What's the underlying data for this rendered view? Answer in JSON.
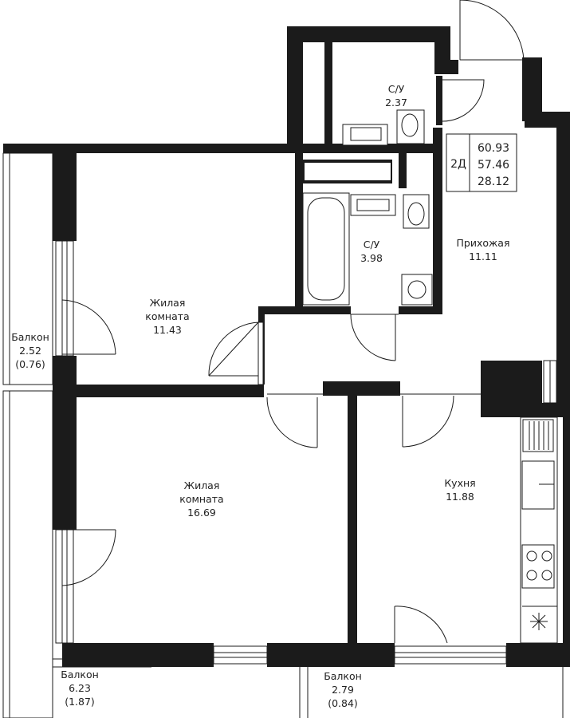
{
  "rooms": {
    "bath_top": {
      "name": "С/У",
      "area": "2.37"
    },
    "bath_mid": {
      "name": "С/У",
      "area": "3.98"
    },
    "hall": {
      "name": "Прихожая",
      "area": "11.11"
    },
    "living_small": {
      "name_1": "Жилая",
      "name_2": "комната",
      "area": "11.43"
    },
    "living_large": {
      "name_1": "Жилая",
      "name_2": "комната",
      "area": "16.69"
    },
    "kitchen": {
      "name": "Кухня",
      "area": "11.88"
    },
    "balcony_left": {
      "name": "Балкон",
      "area": "2.52",
      "reduced": "(0.76)"
    },
    "balcony_bottom_left": {
      "name": "Балкон",
      "area": "6.23",
      "reduced": "(1.87)"
    },
    "balcony_bottom_right": {
      "name": "Балкон",
      "area": "2.79",
      "reduced": "(0.84)"
    }
  },
  "info": {
    "type": "2Д",
    "total": "60.93",
    "without_balconies": "57.46",
    "living": "28.12"
  }
}
